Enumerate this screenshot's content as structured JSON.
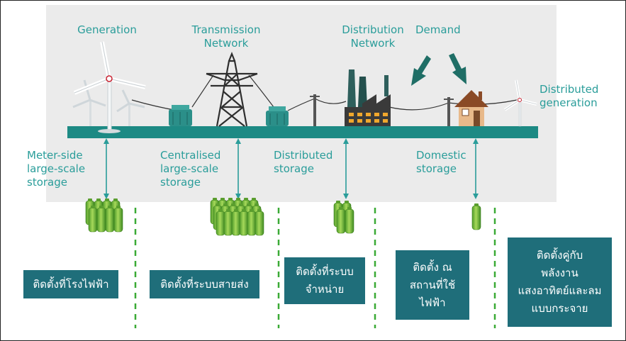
{
  "top_labels": {
    "generation": "Generation",
    "transmission": "Transmission\nNetwork",
    "distribution": "Distribution\nNetwork",
    "demand": "Demand",
    "distributed_generation": "Distributed\ngeneration"
  },
  "storage_labels": {
    "meter_side": "Meter-side\nlarge-scale\nstorage",
    "centralised": "Centralised\nlarge-scale\nstorage",
    "distributed": "Distributed\nstorage",
    "domestic": "Domestic\nstorage"
  },
  "thai_boxes": {
    "power_plant": "ติดตั้งที่โรงไฟฟ้า",
    "transmission": "ติดตั้งที่ระบบสายส่ง",
    "distribution": "ติดตั้งที่ระบบ\nจำหน่าย",
    "usage_site": "ติดตั้ง ณ\nสถานที่ใช้\nไฟฟ้า",
    "renewable": "ติดตั้งคู่กับ\nพลังงาน\nแสงอาทิตย์และลม\nแบบกระจาย"
  },
  "colors": {
    "teal_label": "#2a9d9a",
    "box_bg": "#1f6e7a",
    "bus_bar": "#1d8a84",
    "battery_green": "#7ec242",
    "divider_green": "#3aaa35"
  }
}
